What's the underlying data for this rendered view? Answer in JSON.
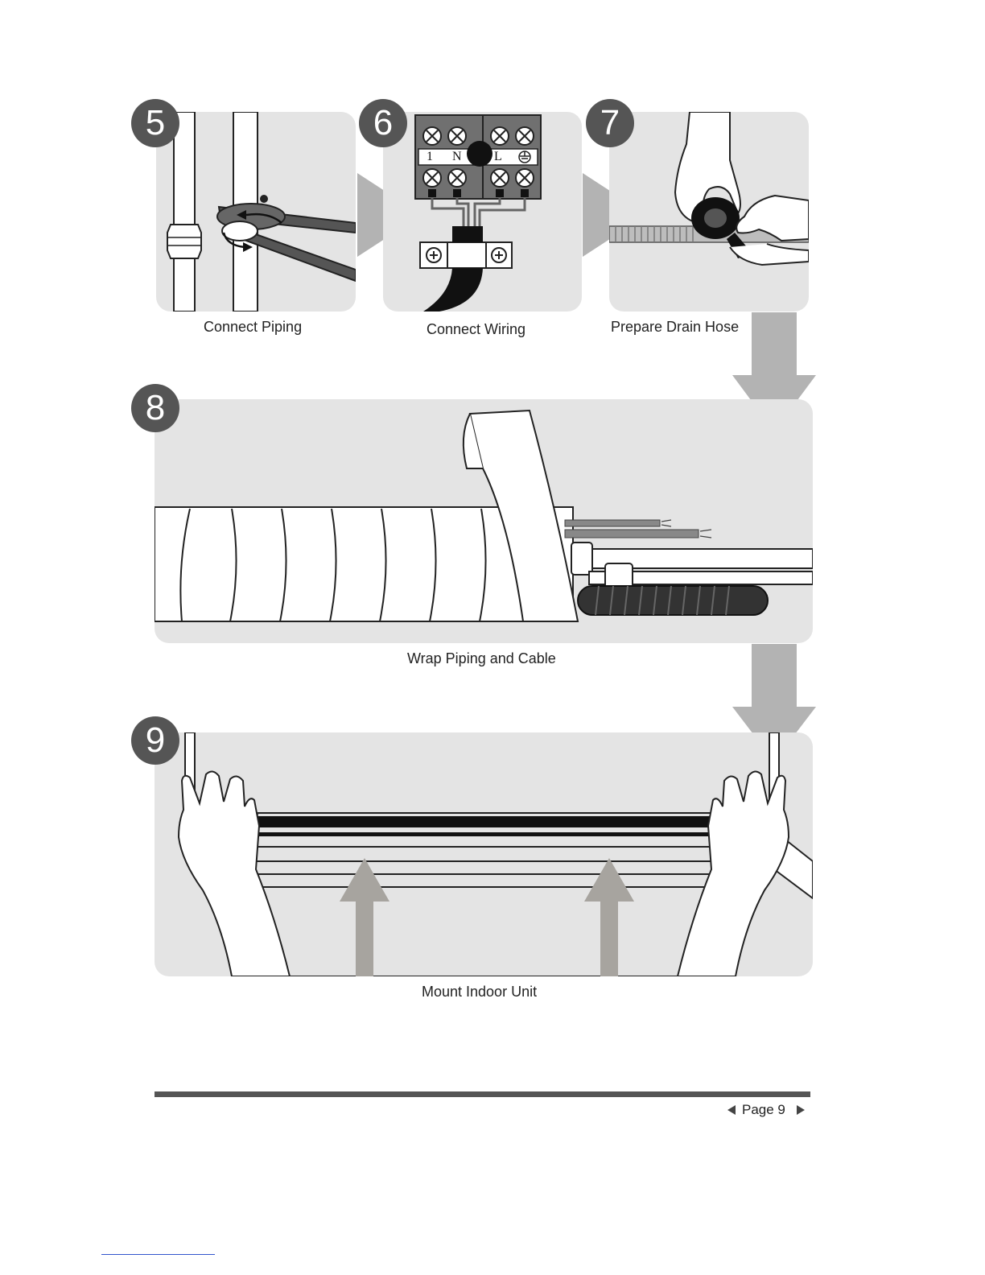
{
  "steps": [
    {
      "number": "5",
      "caption": "Connect Piping"
    },
    {
      "number": "6",
      "caption": "Connect Wiring"
    },
    {
      "number": "7",
      "caption": "Prepare Drain Hose"
    },
    {
      "number": "8",
      "caption": "Wrap Piping and Cable"
    },
    {
      "number": "9",
      "caption": "Mount Indoor Unit"
    }
  ],
  "terminal_labels": [
    "1",
    "N",
    "L"
  ],
  "footer": {
    "page_label": "Page 9"
  },
  "colors": {
    "panel_bg": "#e4e4e4",
    "badge_bg": "#555555",
    "arrow": "#b3b3b3",
    "footer_rule": "#555555"
  }
}
